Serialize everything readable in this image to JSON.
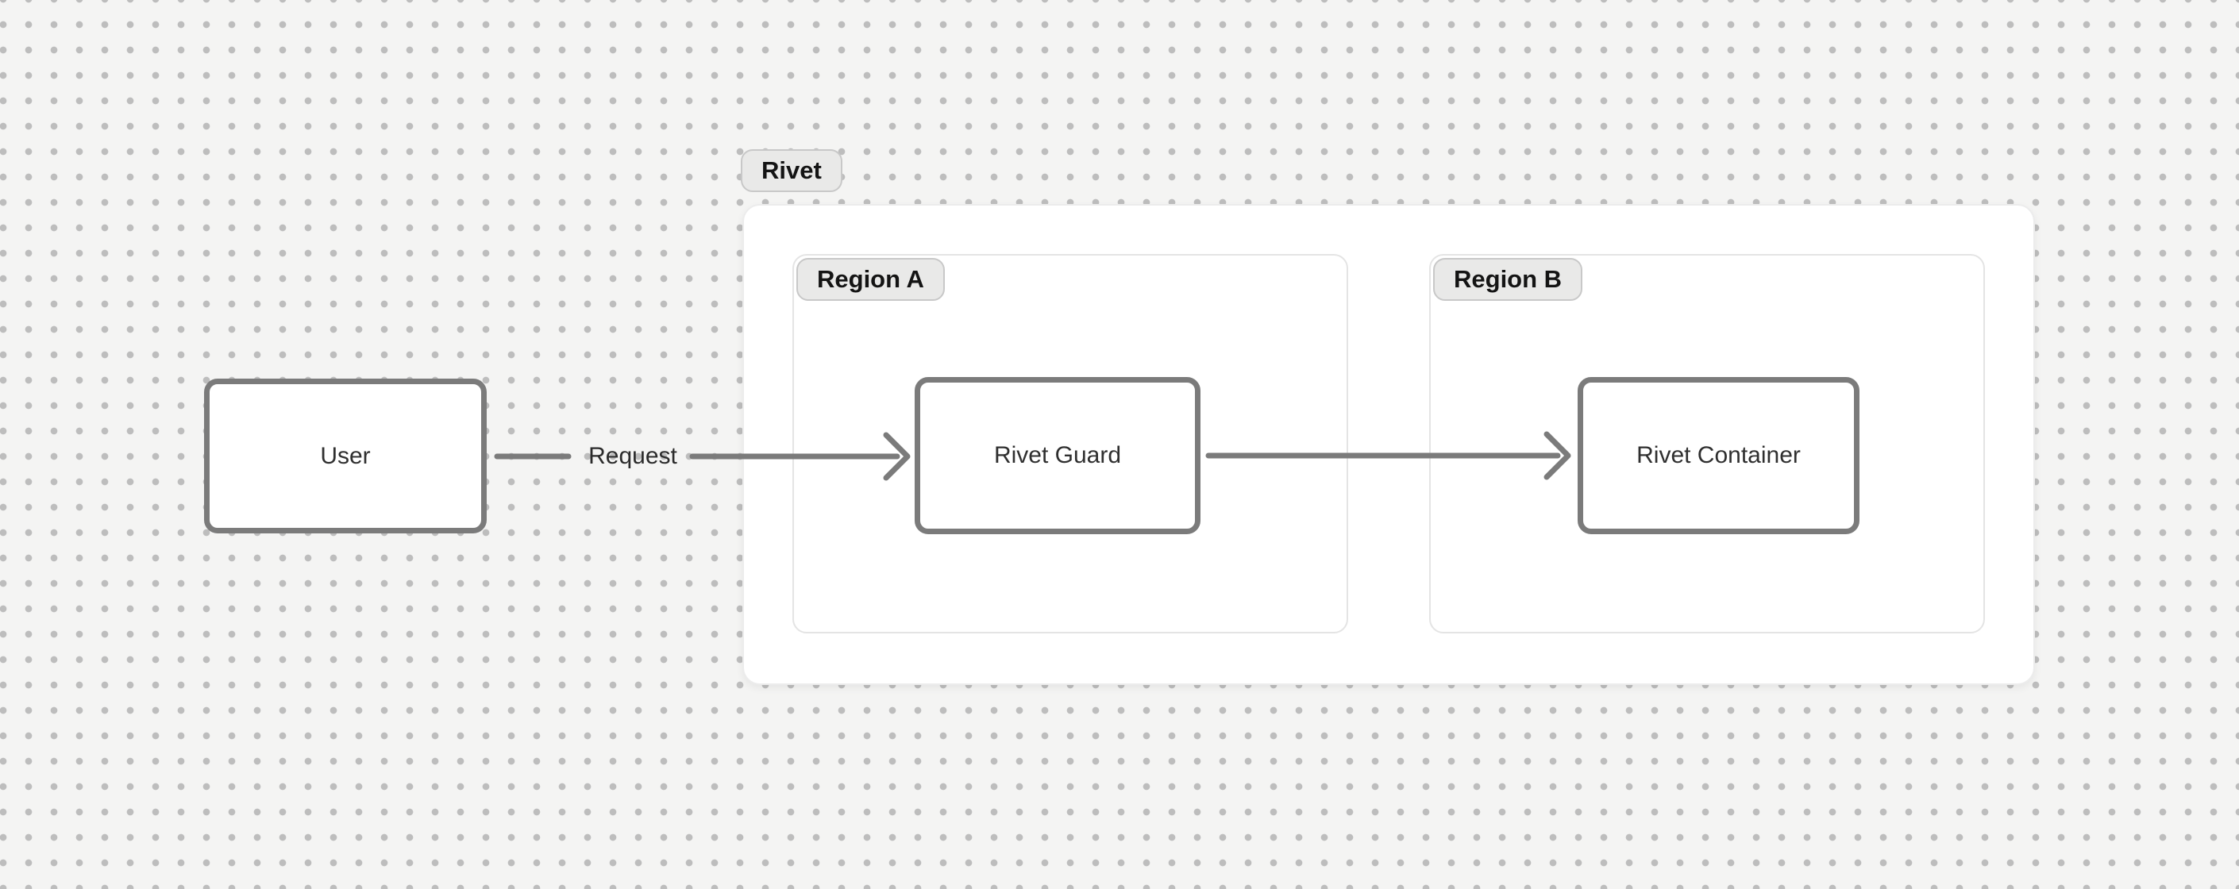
{
  "canvas": {
    "background": "#f4f4f3",
    "dot_color": "#bdbdbd"
  },
  "colors": {
    "node_border": "#7b7b7b",
    "node_text": "#2f2f2f",
    "edge": "#7b7b7b",
    "pill_background": "#e9e9e8",
    "pill_border": "#c8c8c8",
    "region_border": "#e4e4e4",
    "group_background": "#ffffff"
  },
  "groups": {
    "rivet": {
      "label": "Rivet"
    },
    "region_a": {
      "label": "Region A"
    },
    "region_b": {
      "label": "Region B"
    }
  },
  "nodes": {
    "user": {
      "label": "User"
    },
    "rivet_guard": {
      "label": "Rivet Guard"
    },
    "rivet_container": {
      "label": "Rivet Container"
    }
  },
  "edges": {
    "user_to_guard": {
      "label": "Request"
    },
    "guard_to_container": {
      "label": ""
    }
  }
}
